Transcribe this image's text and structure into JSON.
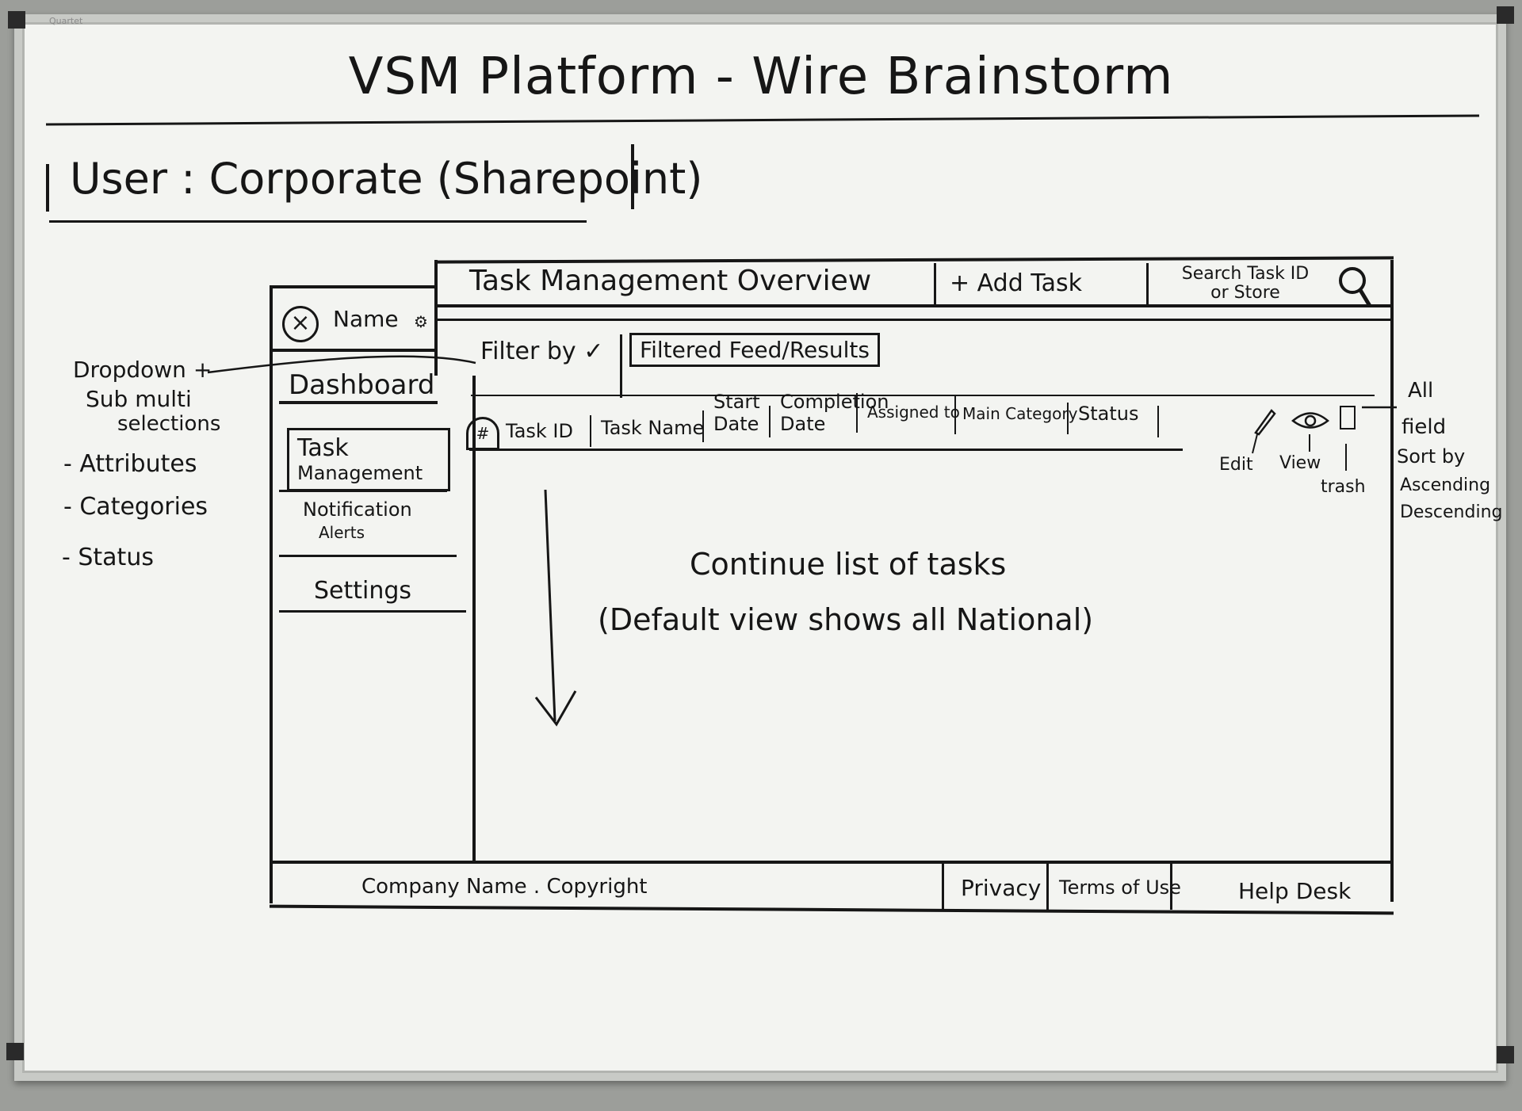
{
  "board": {
    "brand": "Quartet",
    "title": "VSM Platform - Wire Brainstorm",
    "user_label": "User : Corporate (Sharepoint)"
  },
  "left_notes": {
    "dropdown": "Dropdown +",
    "submulti": "Sub multi",
    "selections": "selections",
    "items": [
      "- Attributes",
      "- Categories",
      "- Status"
    ]
  },
  "right_notes": {
    "lines": [
      "All",
      "field",
      "Sort by",
      "· Ascending",
      "· Descending"
    ]
  },
  "wireframe": {
    "profile": "Name",
    "header_title": "Task Management Overview",
    "add_task": "+ Add Task",
    "search_line1": "Search Task ID",
    "search_line2": "or Store",
    "filter_by": "Filter by",
    "filtered_feed": "Filtered Feed/Results",
    "sidebar": [
      "Dashboard",
      "Task",
      "Management",
      "Notification",
      "Alerts",
      "Settings"
    ],
    "columns": {
      "hash": "#",
      "task_id": "Task ID",
      "task_name": "Task Name",
      "start_1": "Start",
      "start_2": "Date",
      "completion_1": "Completion",
      "completion_2": "Date",
      "assigned": "Assigned to",
      "main_category": "Main Category",
      "status": "Status"
    },
    "actions": {
      "edit": "Edit",
      "view": "View",
      "trash": "trash"
    },
    "body_line1": "Continue list of tasks",
    "body_line2": "(Default view shows all National)",
    "footer": {
      "copyright": "Company Name . Copyright",
      "privacy": "Privacy",
      "terms": "Terms of Use",
      "help": "Help Desk"
    }
  }
}
